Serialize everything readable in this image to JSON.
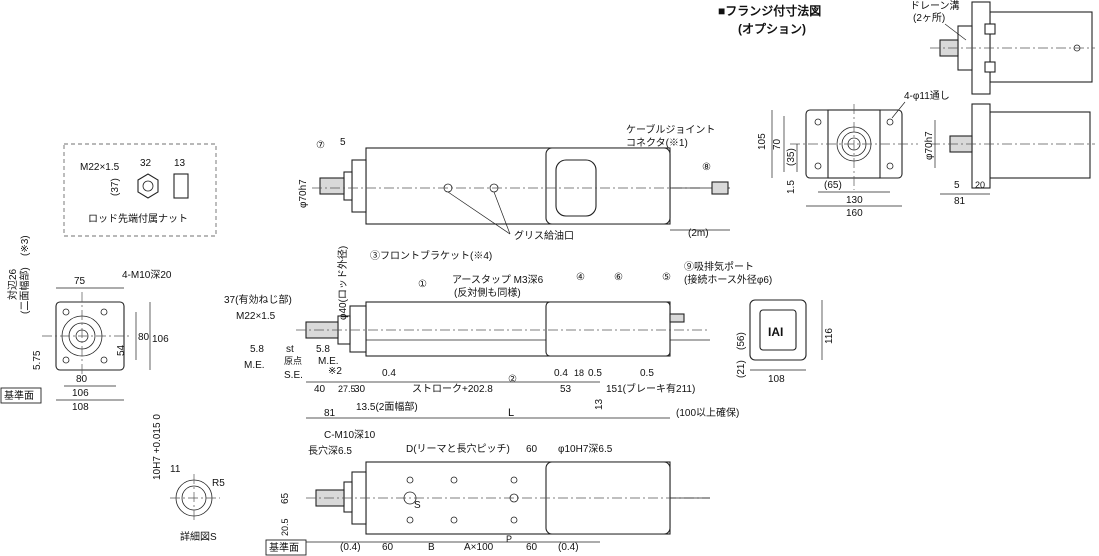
{
  "flange_title": "■フランジ付寸法図",
  "flange_subtitle": "(オプション)",
  "drain": {
    "label1": "ドレーン溝",
    "label2": "(2ヶ所)"
  },
  "flange_dims": {
    "holes": "4-φ11通し",
    "d105": "105",
    "d70": "70",
    "d35": "(35)",
    "d15": "1.5",
    "d65": "(65)",
    "d130": "130",
    "d160": "160",
    "d70h7": "φ70h7",
    "d5": "5",
    "d20": "20",
    "d81": "81"
  },
  "nut": {
    "m22": "M22×1.5",
    "d32": "32",
    "d13": "13",
    "d37": "(37)",
    "caption": "ロッド先端付属ナット"
  },
  "top_view": {
    "c7": "⑦",
    "d5": "5",
    "d70h7": "φ70h7",
    "cable": "ケーブルジョイント",
    "connector": "コネクタ(※1)",
    "c8": "⑧",
    "grease": "グリス給油口",
    "d2m": "(2m)"
  },
  "main_view": {
    "bracket": "③フロントブラケット(※4)",
    "c1": "①",
    "earth": "アースタップ M3深6",
    "earth2": "(反対側も同様)",
    "c4": "④",
    "c6": "⑥",
    "c5": "⑤",
    "exhaust": "⑨吸排気ポート",
    "hose": "(接続ホース外径φ6)",
    "d37": "37(有効ねじ部)",
    "m22": "M22×1.5",
    "d40": "φ40(ロッド外径)",
    "d58a": "5.8",
    "st": "st",
    "d58b": "5.8",
    "origin": "原点",
    "me1": "M.E.",
    "se": "S.E.",
    "me2": "M.E.",
    "note2": "※2",
    "d40b": "40",
    "d275": "27.5",
    "d30": "30",
    "d04a": "0.4",
    "c2": "②",
    "d04b": "0.4",
    "d18": "18",
    "d05a": "0.5",
    "d05b": "0.5",
    "d53": "53",
    "d151": "151(ブレーキ有211)",
    "stroke": "ストローク+202.8",
    "d13": "13",
    "d81": "81",
    "d135": "13.5(2面幅部)",
    "L": "L",
    "d100": "(100以上確保)"
  },
  "left_view": {
    "d75": "75",
    "m10": "4-M10深20",
    "opp1": "対辺26",
    "opp2": "(二面幅部)",
    "note3": "(※3)",
    "d80v": "80",
    "d54": "54",
    "d106v": "106",
    "d575": "5.75",
    "d80": "80",
    "d106": "106",
    "d108": "108",
    "ref": "基準面"
  },
  "right_view": {
    "d56": "(56)",
    "d21": "(21)",
    "d116": "116",
    "d108": "108",
    "logo": "IAI"
  },
  "detail": {
    "tol": "10H7 +0.015 0",
    "d11": "11",
    "r5": "R5",
    "caption": "詳細図S"
  },
  "bottom_view": {
    "cm10": "C-M10深10",
    "slot": "長穴深6.5",
    "d": "D(リーマと長穴ピッチ)",
    "d60": "60",
    "ream": "φ10H7深6.5",
    "d65": "65",
    "d205": "20.5",
    "s": "S",
    "ref": "基準面",
    "b04a": "(0.4)",
    "b60a": "60",
    "bB": "B",
    "bA": "A×100",
    "bP": "P",
    "b60b": "60",
    "b04b": "(0.4)"
  }
}
